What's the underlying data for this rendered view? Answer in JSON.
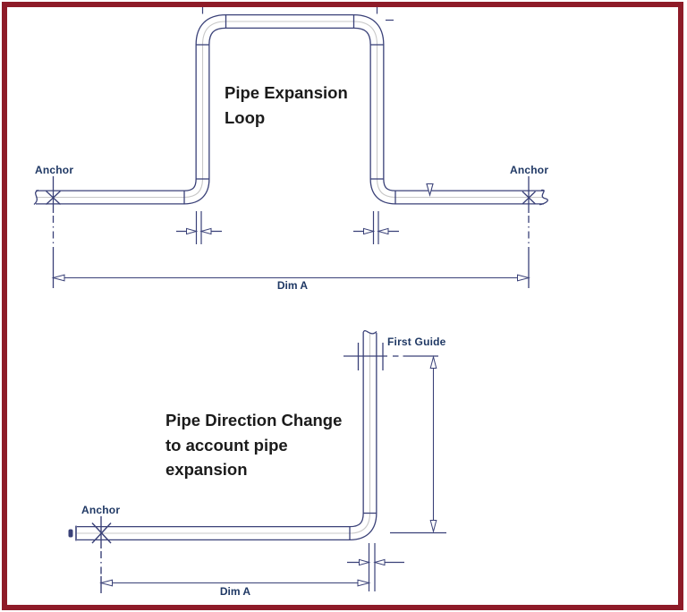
{
  "colors": {
    "border_red": "#8e1b28",
    "line_navy": "#3a4178",
    "label_navy": "#1f3864",
    "title_black": "#1b1b1b",
    "pipe_centerline_gray": "#c8c8c8",
    "background": "#ffffff"
  },
  "top_diagram": {
    "title_lines": [
      "Pipe Expansion",
      "Loop"
    ],
    "anchor_left_label": "Anchor",
    "anchor_right_label": "Anchor",
    "dim_label": "Dim A"
  },
  "bottom_diagram": {
    "title_lines": [
      "Pipe Direction Change",
      "to account pipe",
      "expansion"
    ],
    "anchor_label": "Anchor",
    "first_guide_label": "First Guide",
    "dim_label": "Dim A"
  }
}
